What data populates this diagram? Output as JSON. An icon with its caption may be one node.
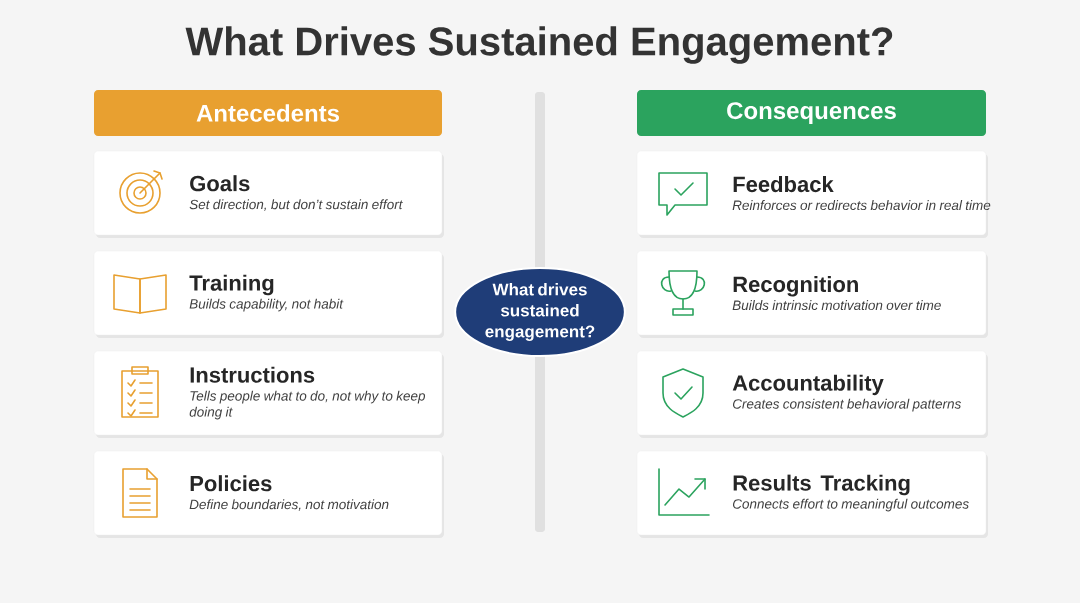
{
  "diagram": {
    "title": "What Drives Sustained Engagement?",
    "nodes": [
      {
        "text": [
          "Antecedents"
        ]
      },
      {
        "text": [
          "Goals",
          "Set direction, but don’t sustain effort"
        ]
      },
      {
        "text": [
          "Training",
          "Builds capability, not habit"
        ]
      },
      {
        "text": [
          "Instructions",
          "Tells people what to do, not why to keep doing it"
        ]
      },
      {
        "text": [
          "Policies",
          "Define boundaries, not motivation"
        ]
      },
      {
        "text": [
          "Consequences"
        ]
      },
      {
        "text": [
          "Feedback",
          "Reinforces or redirects behavior in real time"
        ]
      },
      {
        "text": [
          "Recognition",
          "Builds intrinsic motivation over time"
        ]
      },
      {
        "text": [
          "Accountability",
          "Creates consistent behavioral patterns"
        ]
      },
      {
        "text": [
          "Results Tracking",
          "Connects effort to meaningful outcomes"
        ]
      },
      {
        "text": [
          "What drives sustained engagement?"
        ]
      }
    ]
  }
}
